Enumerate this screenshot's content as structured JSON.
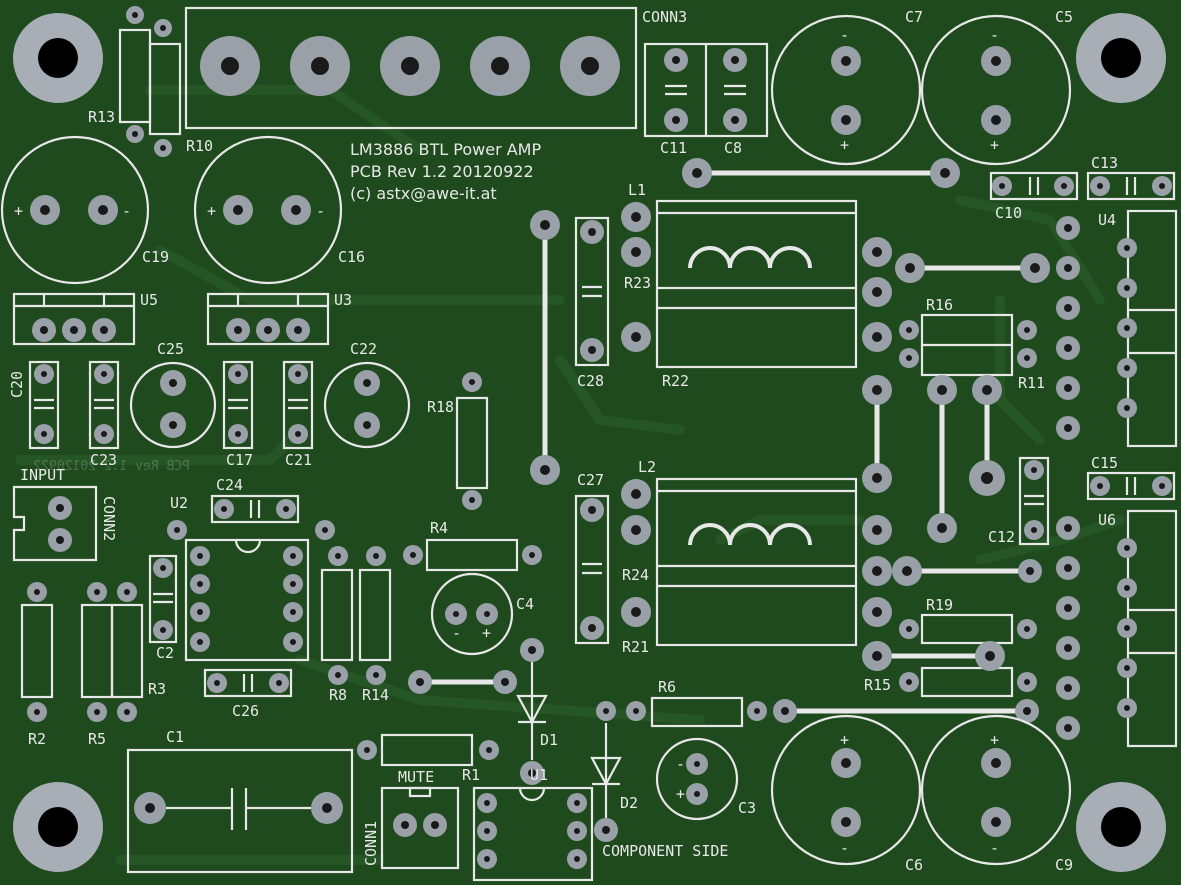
{
  "board": {
    "title_lines": [
      "LM3886 BTL Power AMP",
      "PCB Rev 1.2 20120922",
      "(c) astx@awe-it.at"
    ],
    "side_label": "COMPONENT SIDE",
    "mirror_text": "PCB Rev 1.2 20120922"
  },
  "labels": {
    "conn3": "CONN3",
    "c7": "C7",
    "c5": "C5",
    "r13": "R13",
    "r10": "R10",
    "c11": "C11",
    "c8": "C8",
    "c13": "C13",
    "c10": "C10",
    "u4": "U4",
    "l1": "L1",
    "r23": "R23",
    "r22": "R22",
    "c28": "C28",
    "r16": "R16",
    "r11": "R11",
    "c19": "C19",
    "c16": "C16",
    "u5": "U5",
    "u3": "U3",
    "c25": "C25",
    "c22": "C22",
    "c20": "C20",
    "c23": "C23",
    "c17": "C17",
    "c21": "C21",
    "r18": "R18",
    "input": "INPUT",
    "conn2": "CONN2",
    "u2": "U2",
    "c24": "C24",
    "r4": "R4",
    "c4": "C4",
    "c27": "C27",
    "l2": "L2",
    "r24": "R24",
    "r21": "R21",
    "c12": "C12",
    "c15": "C15",
    "u6": "U6",
    "r19": "R19",
    "r15": "R15",
    "c2": "C2",
    "r8": "R8",
    "r14": "R14",
    "c26": "C26",
    "r2": "R2",
    "r5": "R5",
    "r3": "R3",
    "d1": "D1",
    "r6": "R6",
    "c1": "C1",
    "mute": "MUTE",
    "r1": "R1",
    "u1": "U1",
    "conn1": "CONN1",
    "d2": "D2",
    "c3": "C3",
    "c6": "C6",
    "c9": "C9"
  },
  "colors": {
    "board": "#1e4a1e",
    "silk": "#e8e8e8",
    "pad": "#9aa0a8"
  }
}
